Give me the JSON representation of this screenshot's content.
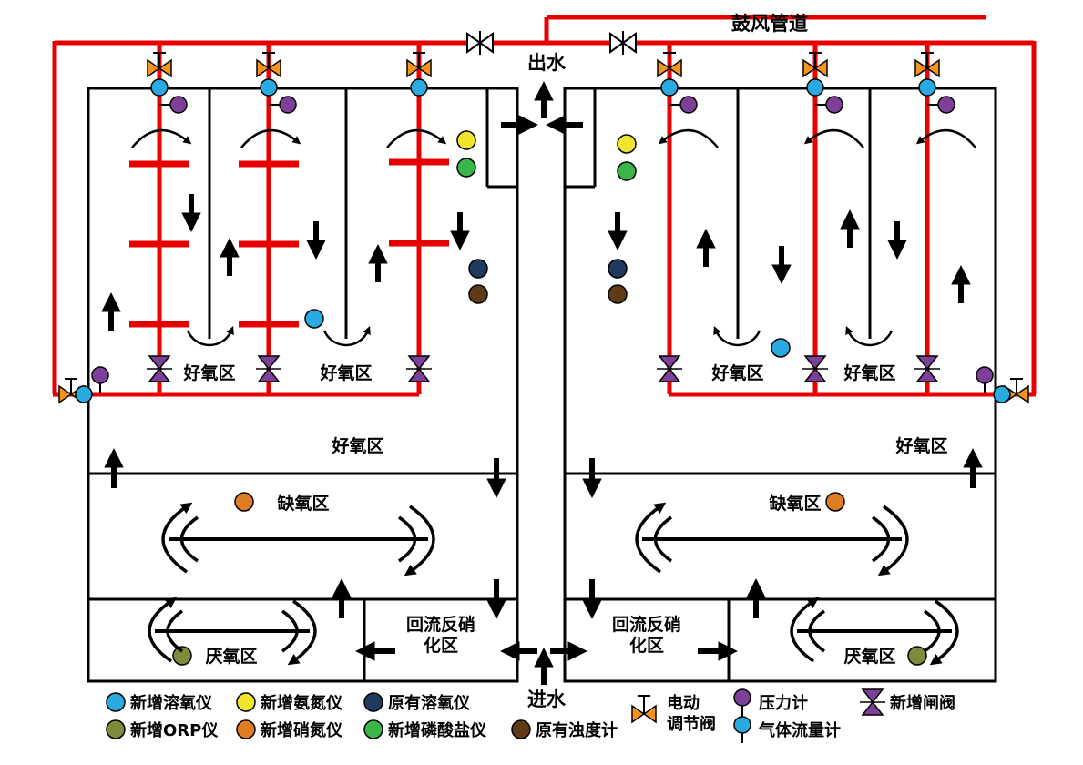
{
  "labels": {
    "blower_pipe": "鼓风管道",
    "outlet": "出水",
    "inlet": "进水",
    "aerobic_zone": "好氧区",
    "anoxic_zone": "缺氧区",
    "anaerobic_zone": "厌氧区",
    "denit_line1": "回流反硝",
    "denit_line2": "化区"
  },
  "legend": {
    "new_do_meter": "新增溶氧仪",
    "new_orp_meter": "新增ORP仪",
    "new_ammonia_meter": "新增氨氮仪",
    "new_nitrate_meter": "新增硝氮仪",
    "existing_do_meter": "原有溶氧仪",
    "new_phosphate_meter": "新增磷酸盐仪",
    "existing_turbidity_meter": "原有浊度计",
    "electric_valve_line1": "电动",
    "electric_valve_line2": "调节阀",
    "pressure_gauge": "压力计",
    "gas_flow_meter": "气体流量计",
    "new_gate_valve": "新增闸阀"
  },
  "colors": {
    "pipe_red": "#E60000",
    "valve_orange": "#F7941D",
    "valve_purple": "#7D3F98",
    "sensor_cyan": "#29ABE2",
    "sensor_yellow": "#F2E52E",
    "sensor_green": "#39B54A",
    "sensor_navy": "#1F3A5F",
    "sensor_brown": "#5E3A16",
    "sensor_olive": "#7C8C3A",
    "sensor_orange": "#E07C24"
  }
}
